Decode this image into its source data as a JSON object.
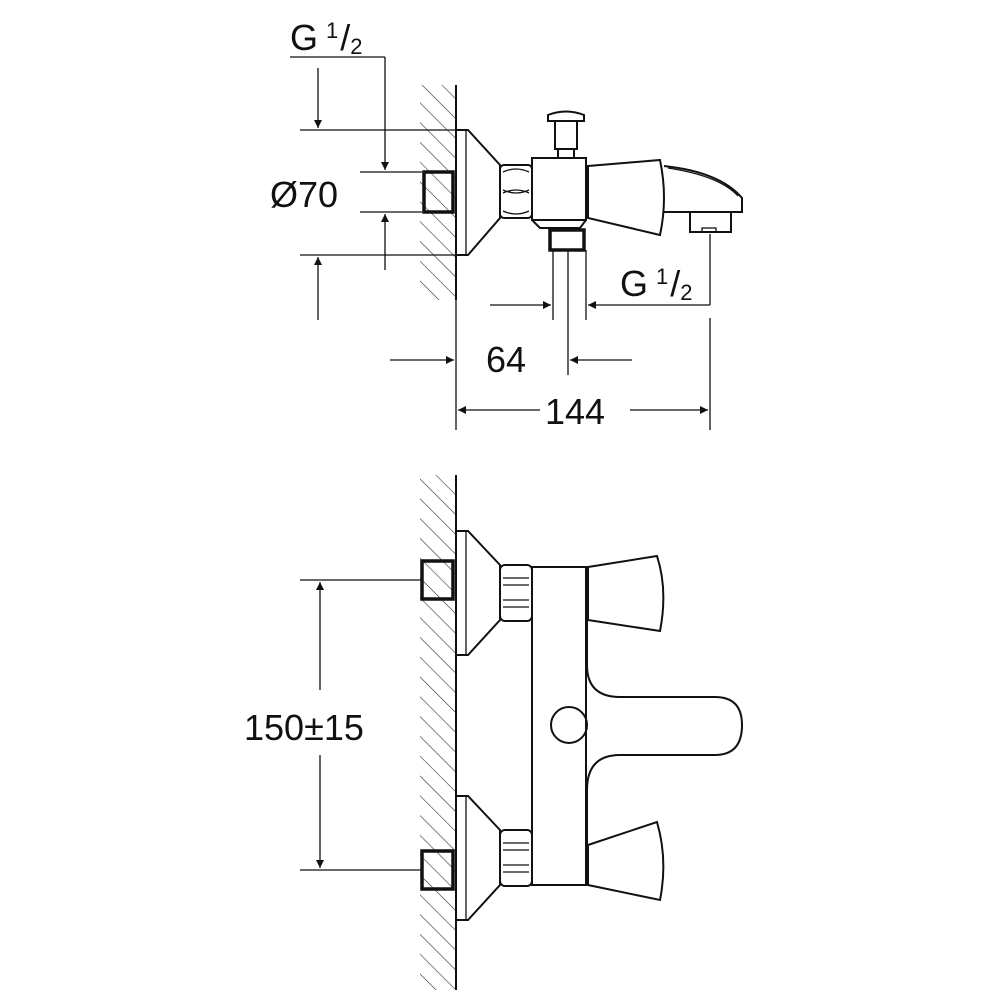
{
  "top_view": {
    "inlet_thread_label": "G",
    "inlet_thread_num": "1",
    "inlet_thread_den": "2",
    "diameter_label": "Ø70",
    "outlet_thread_label": "G",
    "outlet_thread_num": "1",
    "outlet_thread_den": "2",
    "dim_outlet_offset": "64",
    "dim_total_depth": "144"
  },
  "front_view": {
    "dim_inlet_spacing": "150±15"
  }
}
